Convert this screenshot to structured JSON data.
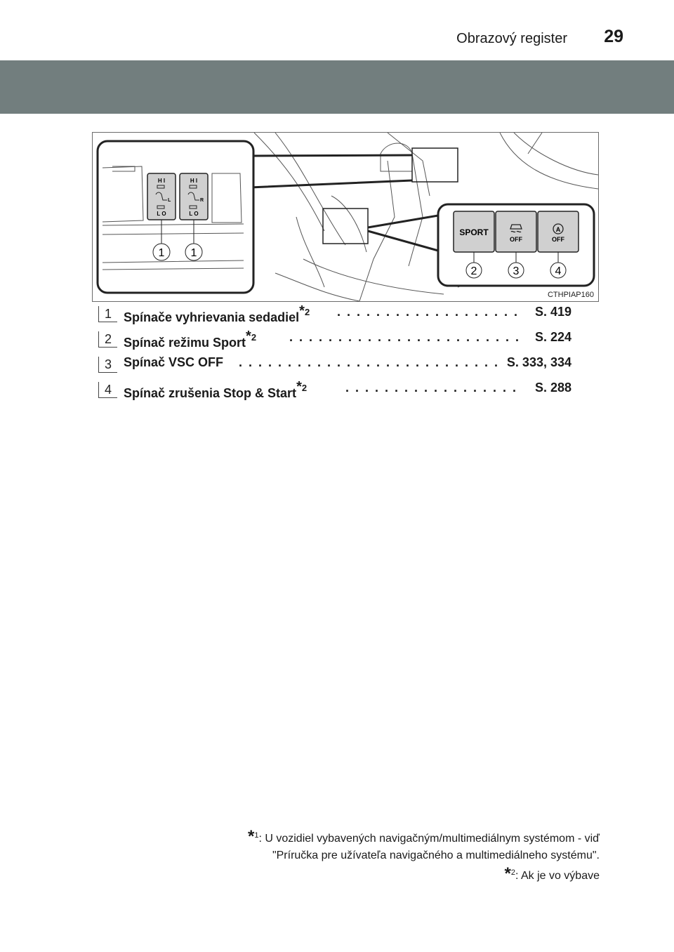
{
  "header": {
    "section_title": "Obrazový register",
    "page_number": "29"
  },
  "figure": {
    "code": "CTHPIAP160",
    "heater_labels": {
      "hi": "H I",
      "lo": "L O",
      "left": "L",
      "right": "R"
    },
    "buttons": {
      "sport": "SPORT",
      "off": "OFF",
      "auto": "A"
    },
    "callouts": [
      "1",
      "1",
      "2",
      "3",
      "4"
    ]
  },
  "items": [
    {
      "num": "1",
      "label": "Spínače vyhrievania sedadiel",
      "footnote": "2",
      "page": "S. 419"
    },
    {
      "num": "2",
      "label": "Spínač režimu Sport",
      "footnote": "2",
      "page": "S. 224"
    },
    {
      "num": "3",
      "label": "Spínač VSC OFF",
      "footnote": "",
      "page": "S. 333, 334"
    },
    {
      "num": "4",
      "label": "Spínač zrušenia Stop & Start",
      "footnote": "2",
      "page": "S. 288"
    }
  ],
  "footnote_star": "*",
  "footnotes": {
    "f1_num": "1",
    "f1_line1": ": U vozidiel vybavených navigačným/multimediálnym systémom - viď",
    "f1_line2": "\"Príručka pre užívateľa navigačného a multimediálneho systému\".",
    "f2_num": "2",
    "f2_text": ": Ak je vo výbave"
  }
}
